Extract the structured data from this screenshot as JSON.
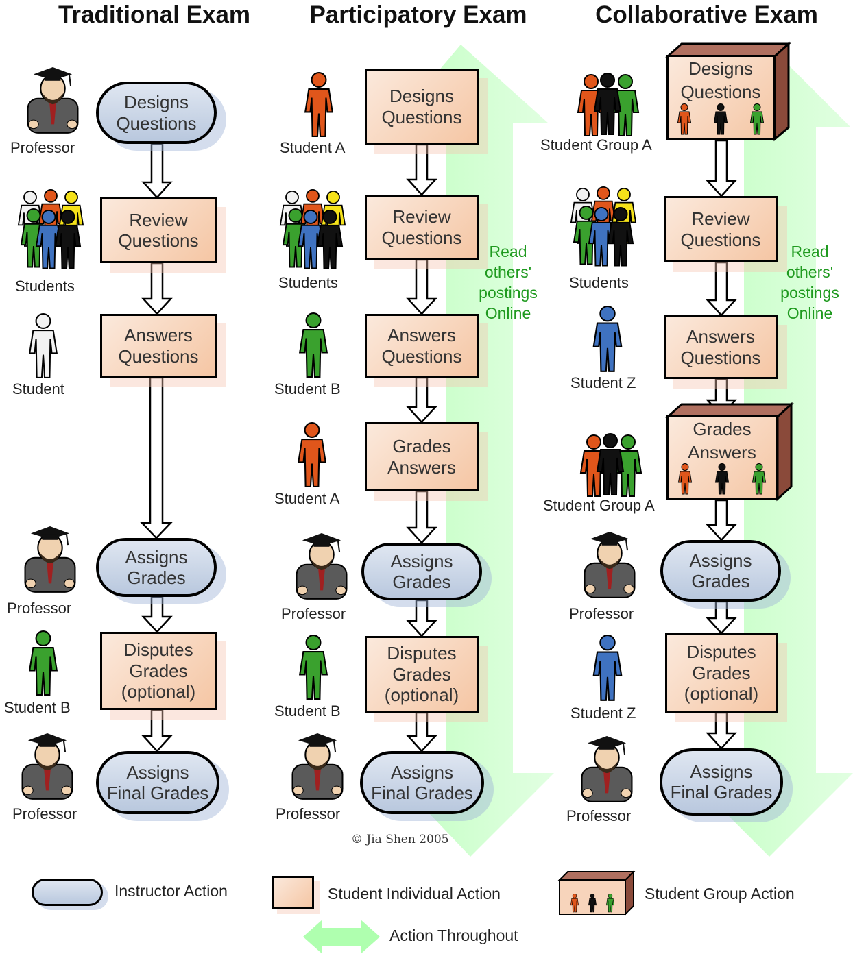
{
  "columns": [
    {
      "title": "Traditional Exam",
      "steps": [
        {
          "text": "Designs\nQuestions",
          "shape": "pill"
        },
        {
          "text": "Review\nQuestions",
          "shape": "rect"
        },
        {
          "text": "Answers\nQuestions",
          "shape": "rect"
        },
        {
          "text": "Assigns\nGrades",
          "shape": "pill"
        },
        {
          "text": "Disputes\nGrades\n(optional)",
          "shape": "rect"
        },
        {
          "text": "Assigns\nFinal Grades",
          "shape": "pill"
        }
      ],
      "actors": [
        "Professor",
        "Students",
        "Student",
        "Professor",
        "Student B",
        "Professor"
      ]
    },
    {
      "title": "Participatory Exam",
      "steps": [
        {
          "text": "Designs\nQuestions",
          "shape": "rect"
        },
        {
          "text": "Review\nQuestions",
          "shape": "rect"
        },
        {
          "text": "Answers\nQuestions",
          "shape": "rect"
        },
        {
          "text": "Grades\nAnswers",
          "shape": "rect"
        },
        {
          "text": "Assigns\nGrades",
          "shape": "pill"
        },
        {
          "text": "Disputes\nGrades\n(optional)",
          "shape": "rect"
        },
        {
          "text": "Assigns\nFinal Grades",
          "shape": "pill"
        }
      ],
      "actors": [
        "Student A",
        "Students",
        "Student B",
        "Student A",
        "Professor",
        "Student B",
        "Professor"
      ],
      "side_note": "Read\nothers'\npostings\nOnline"
    },
    {
      "title": "Collaborative Exam",
      "steps": [
        {
          "text": "Designs\nQuestions",
          "shape": "cube"
        },
        {
          "text": "Review\nQuestions",
          "shape": "rect"
        },
        {
          "text": "Answers\nQuestions",
          "shape": "rect"
        },
        {
          "text": "Grades\nAnswers",
          "shape": "cube"
        },
        {
          "text": "Assigns\nGrades",
          "shape": "pill"
        },
        {
          "text": "Disputes\nGrades\n(optional)",
          "shape": "rect"
        },
        {
          "text": "Assigns\nFinal Grades",
          "shape": "pill"
        }
      ],
      "actors": [
        "Student Group A",
        "Students",
        "Student Z",
        "Student Group A",
        "Professor",
        "Student Z",
        "Professor"
      ],
      "side_note": "Read\nothers'\npostings\nOnline"
    }
  ],
  "legend": {
    "instructor": "Instructor Action",
    "individual": "Student Individual Action",
    "group": "Student Group Action",
    "throughout": "Action Throughout"
  },
  "copyright": "© Jia Shen 2005",
  "colors": {
    "orange": "#e0561b",
    "green": "#3aa12e",
    "blue": "#3f72c0",
    "black": "#111111",
    "yellow": "#f5e21a",
    "white": "#f2f2f2",
    "arrow_green": "#7dff7d"
  },
  "icons": [
    "professor-icon",
    "person-icon",
    "student-group-icon"
  ]
}
